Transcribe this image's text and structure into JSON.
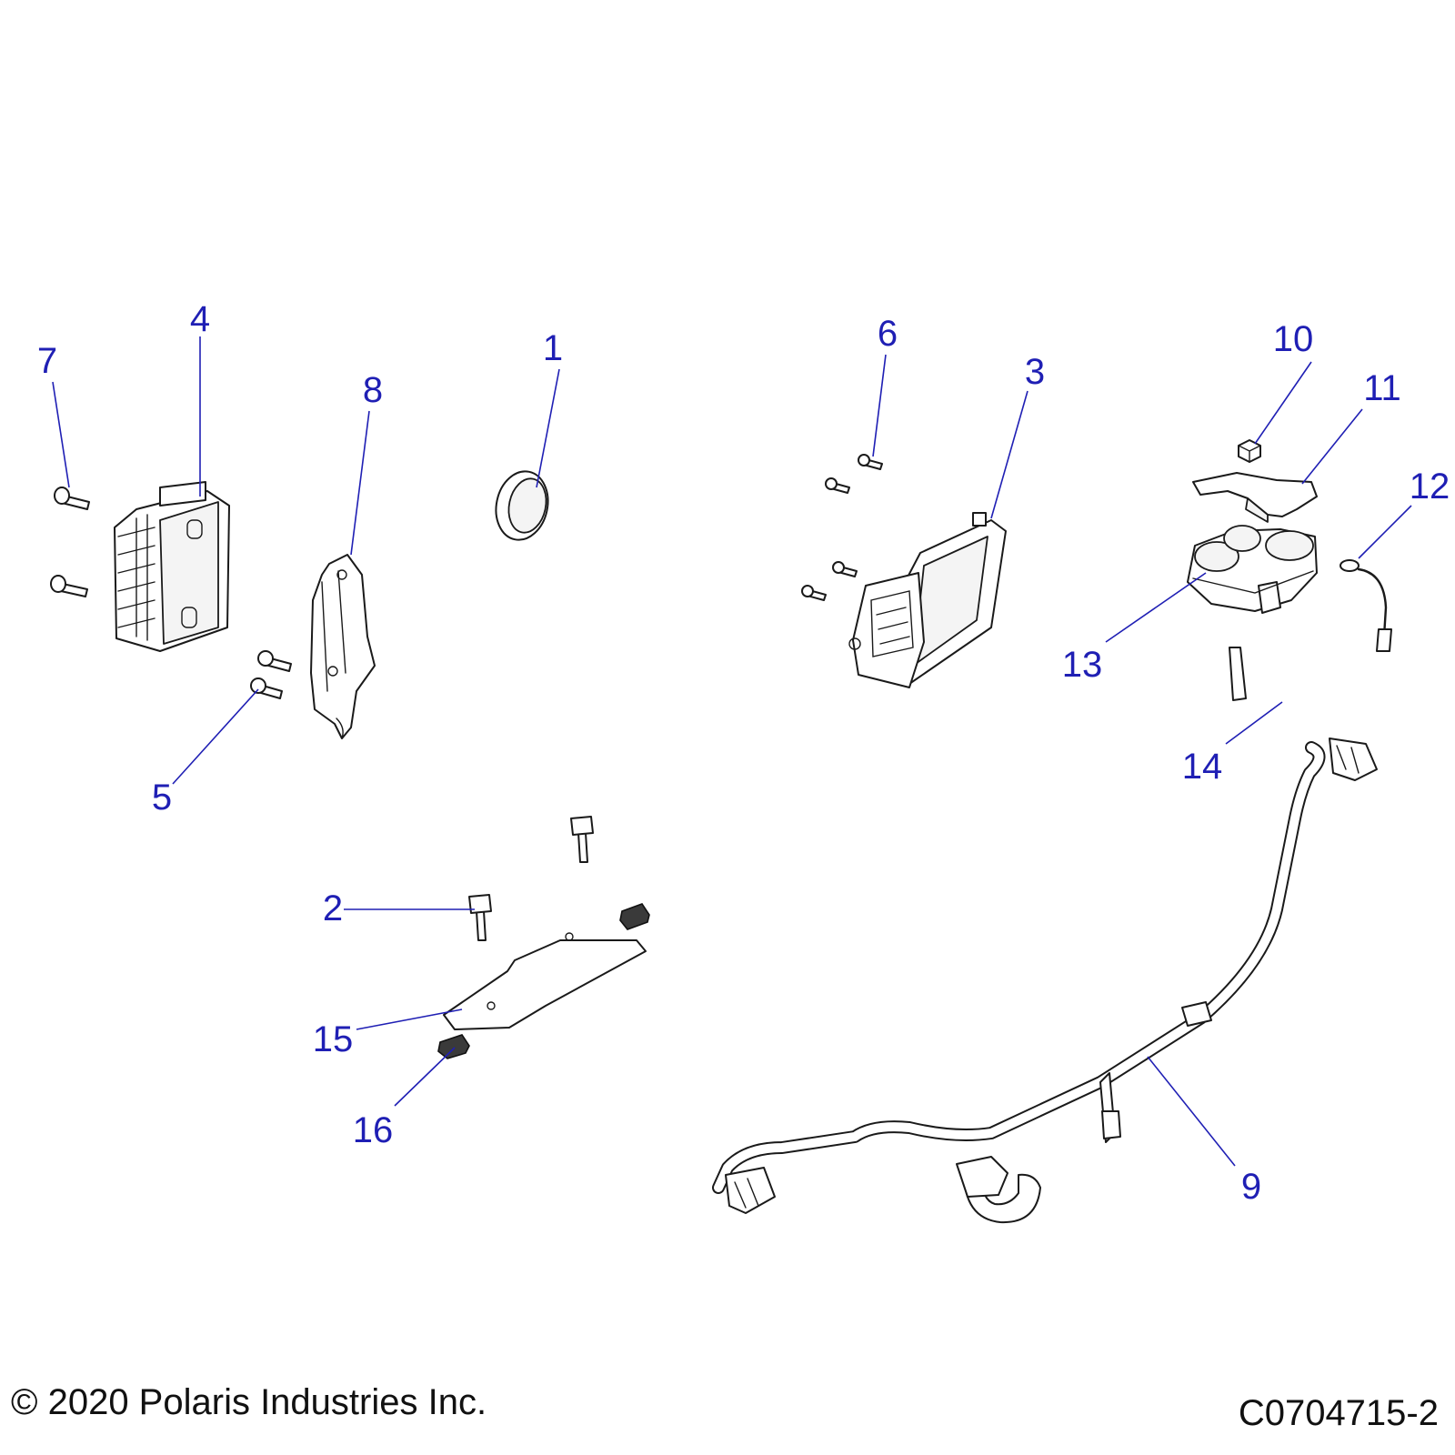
{
  "footer": {
    "copyright": "© 2020 Polaris Industries Inc.",
    "figure_id": "C0704715-2"
  },
  "callouts": {
    "c1": "1",
    "c2": "2",
    "c3": "3",
    "c4": "4",
    "c5": "5",
    "c6": "6",
    "c7": "7",
    "c8": "8",
    "c9": "9",
    "c10": "10",
    "c11": "11",
    "c12": "12",
    "c13": "13",
    "c14": "14",
    "c15": "15",
    "c16": "16"
  },
  "colors": {
    "callout": "#1f1fb4",
    "line_art": "#1a1a1a",
    "background": "#ffffff"
  }
}
